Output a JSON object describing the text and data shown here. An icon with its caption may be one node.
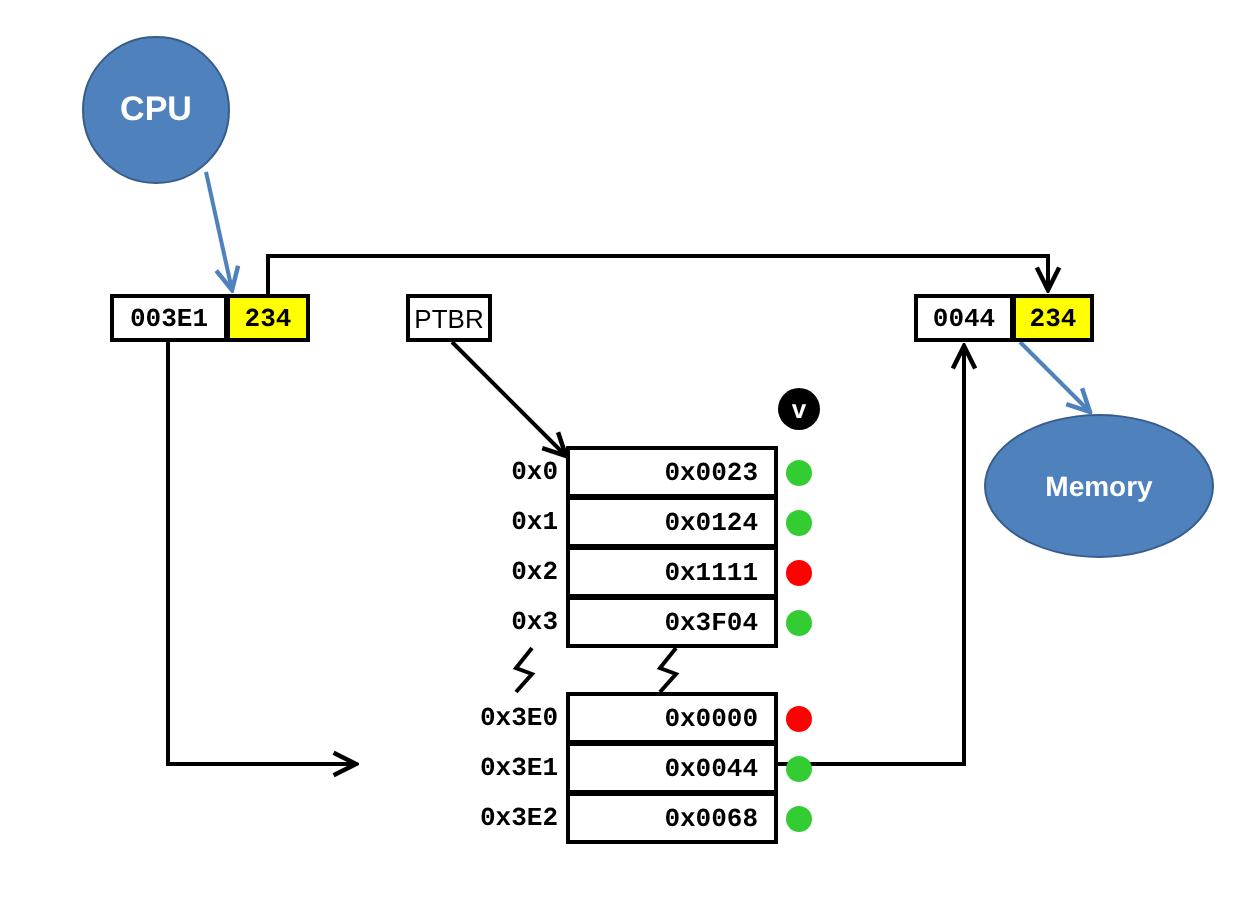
{
  "diagram": {
    "nodes": [
      {
        "text": [
          "CPU"
        ]
      },
      {
        "text": [
          "003E1"
        ]
      },
      {
        "text": [
          "234"
        ]
      },
      {
        "text": [
          "PTBR"
        ]
      },
      {
        "text": [
          "0044"
        ]
      },
      {
        "text": [
          "234"
        ]
      },
      {
        "text": [
          "Memory"
        ]
      },
      {
        "text": [
          "v"
        ]
      },
      {
        "text": [
          "0x0023"
        ],
        "beside": [
          "0x0"
        ]
      },
      {
        "text": [
          "0x0124"
        ],
        "beside": [
          "0x1"
        ]
      },
      {
        "text": [
          "0x1111"
        ],
        "beside": [
          "0x2"
        ]
      },
      {
        "text": [
          "0x3F04"
        ],
        "beside": [
          "0x3"
        ]
      },
      {
        "text": [
          "0x0000"
        ],
        "beside": [
          "0x3E0"
        ]
      },
      {
        "text": [
          "0x0044"
        ],
        "beside": [
          "0x3E1"
        ]
      },
      {
        "text": [
          "0x0068"
        ],
        "beside": [
          "0x3E2"
        ]
      },
      {
        "text": [],
        "shape": "circle"
      },
      {
        "text": [],
        "shape": "circle"
      },
      {
        "text": [],
        "shape": "circle"
      },
      {
        "text": [],
        "shape": "circle"
      },
      {
        "text": [],
        "shape": "circle"
      },
      {
        "text": [],
        "shape": "circle"
      },
      {
        "text": [],
        "shape": "circle"
      }
    ],
    "edges": [
      {
        "from": 0,
        "to": 2,
        "arrow": "to",
        "color": "#4f81bd"
      },
      {
        "from": 2,
        "to": 5,
        "arrow": "to"
      },
      {
        "from": 3,
        "to": 8,
        "arrow": "to"
      },
      {
        "from": 1,
        "to": null,
        "arrow": "to"
      },
      {
        "from": 13,
        "to": 4,
        "arrow": "to"
      },
      {
        "from": 5,
        "to": 6,
        "arrow": "to",
        "color": "#4f81bd"
      }
    ]
  }
}
